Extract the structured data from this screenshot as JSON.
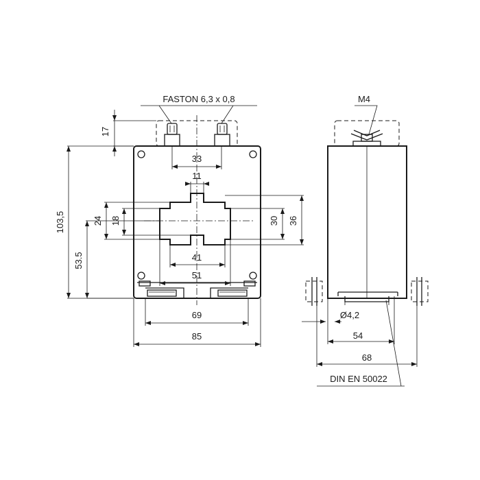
{
  "callouts": {
    "terminal": "FASTON 6,3 x 0,8",
    "screw": "M4",
    "hole": "Ø4,2",
    "rail": "DIN EN 50022"
  },
  "dimensions": {
    "height_total": "103,5",
    "height_mount": "53.5",
    "terminal_height": "17",
    "terminal_spacing": "33",
    "window_top_slot": "11",
    "window_inner_h": "18",
    "window_outer_h": "24",
    "window_right_h": "30",
    "window_overall_h": "36",
    "window_bottom_w": "41",
    "window_overall_w": "51",
    "base_w": "69",
    "body_w": "85",
    "side_inner_w": "54",
    "side_outer_w": "68"
  }
}
